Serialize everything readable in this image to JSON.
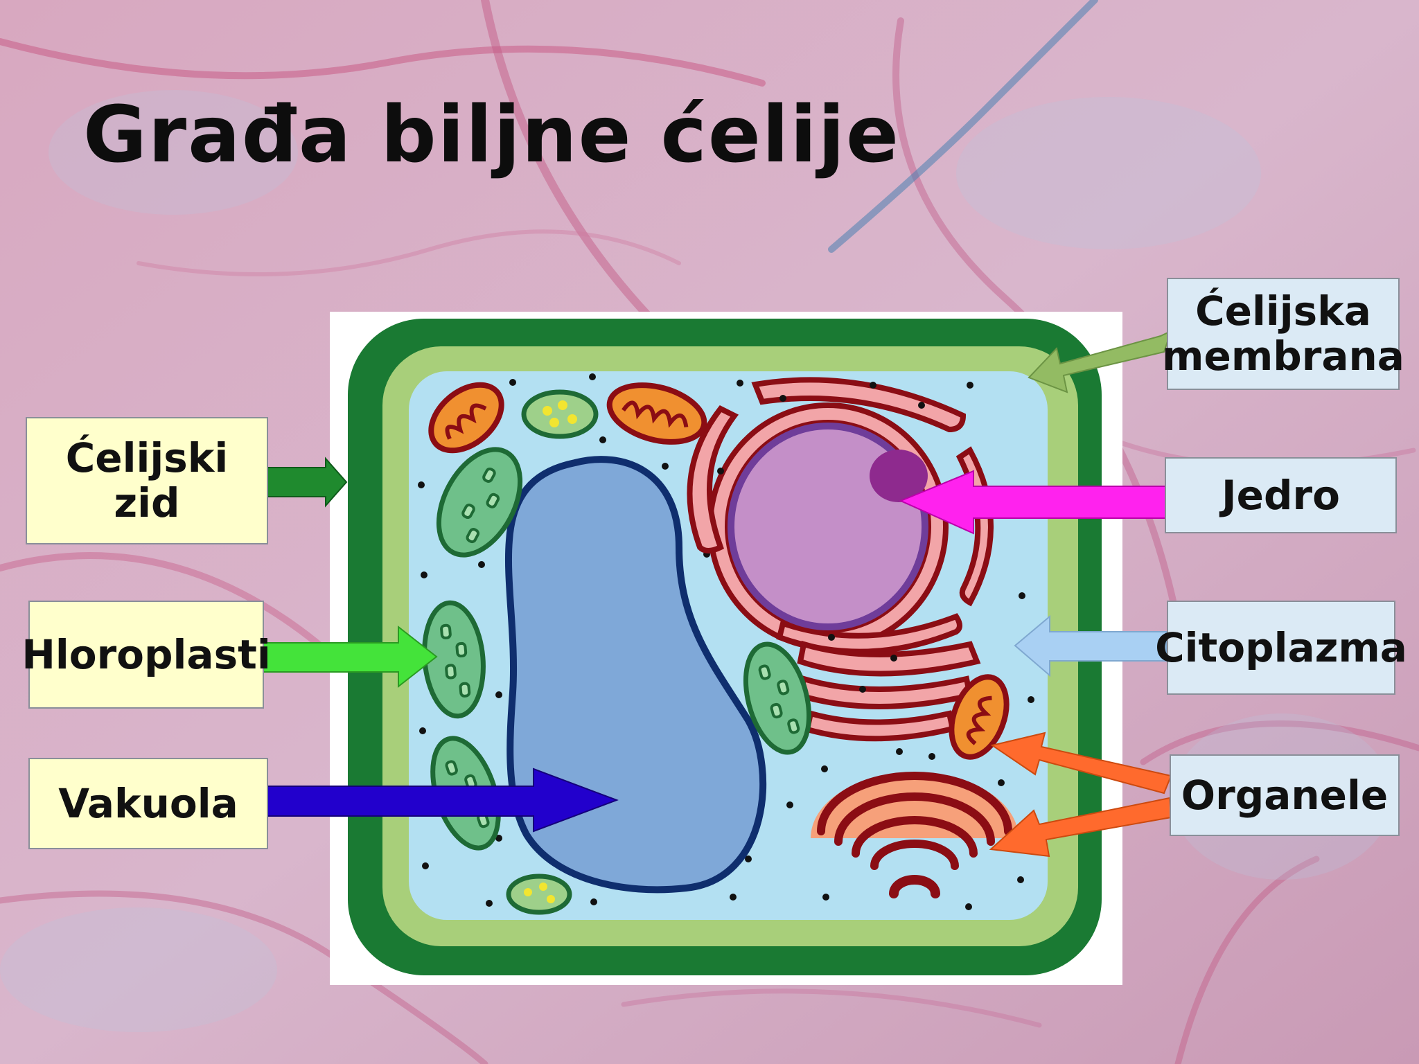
{
  "title": "Građa biljne ćelije",
  "labels": {
    "cell_wall": "Ćelijski zid",
    "chloroplasts": "Hloroplasti",
    "vacuole": "Vakuola",
    "cell_membrane_line1": "Ćelijska",
    "cell_membrane_line2": "membrana",
    "nucleus": "Jedro",
    "cytoplasm": "Citoplazma",
    "organelles": "Organele"
  },
  "colors": {
    "cell_wall": "#1a7a33",
    "membrane": "#a8cf7a",
    "cytoplasm": "#b3e0f2",
    "vacuole": "#7fa8d8",
    "nucleus": "#c48fc8",
    "er": "#f2a5a8",
    "golgi": "#8b0d14",
    "arrow_cell_wall": "#1f8a2e",
    "arrow_chloroplast": "#44e33a",
    "arrow_vacuole": "#2200cc",
    "arrow_membrane": "#93bb63",
    "arrow_nucleus": "#ff22ee",
    "arrow_cytoplasm": "#a9d0f3",
    "arrow_organelles": "#ff6a2d"
  }
}
